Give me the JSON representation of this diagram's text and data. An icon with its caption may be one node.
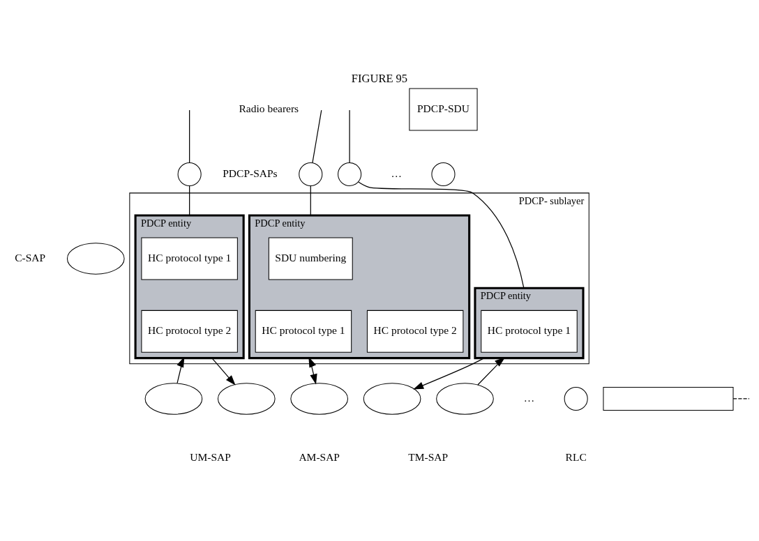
{
  "diagram": {
    "title": "FIGURE 95",
    "nodes": [
      {
        "text": [
          "PDCP-SDU"
        ]
      },
      {
        "text": [
          "PDCP- sublayer"
        ]
      },
      {
        "text": [],
        "shape": "ellipse",
        "beside": [
          "C-SAP"
        ]
      },
      {
        "text": [],
        "shape": "circle"
      },
      {
        "text": [],
        "shape": "circle"
      },
      {
        "text": [],
        "shape": "circle"
      },
      {
        "text": [],
        "shape": "circle"
      },
      {
        "text": [
          "PDCP entity"
        ],
        "in": 1
      },
      {
        "text": [
          "HC protocol type 1"
        ],
        "in": 7
      },
      {
        "text": [
          "HC protocol type 2"
        ],
        "in": 7
      },
      {
        "text": [
          "PDCP entity"
        ],
        "in": 1
      },
      {
        "text": [
          "SDU numbering"
        ],
        "in": 10
      },
      {
        "text": [
          "HC protocol type 1"
        ],
        "in": 10
      },
      {
        "text": [
          "HC protocol type 2"
        ],
        "in": 10
      },
      {
        "text": [
          "PDCP entity"
        ],
        "in": 1
      },
      {
        "text": [
          "HC protocol type 1"
        ],
        "in": 14
      },
      {
        "text": [],
        "shape": "ellipse"
      },
      {
        "text": [],
        "shape": "ellipse"
      },
      {
        "text": [],
        "shape": "ellipse"
      },
      {
        "text": [],
        "shape": "ellipse"
      },
      {
        "text": [],
        "shape": "ellipse"
      },
      {
        "text": [],
        "shape": "circle"
      },
      {
        "text": [],
        "shape": "box"
      }
    ],
    "edges": [
      {
        "from": null,
        "to": 3,
        "arrow": "none"
      },
      {
        "from": null,
        "to": 4,
        "arrow": "none"
      },
      {
        "from": null,
        "to": 5,
        "arrow": "none"
      },
      {
        "from": 3,
        "to": 7,
        "arrow": "none"
      },
      {
        "from": 4,
        "to": 10,
        "arrow": "none"
      },
      {
        "from": 5,
        "to": 14,
        "arrow": "none"
      },
      {
        "from": 16,
        "to": 7,
        "arrow": "to"
      },
      {
        "from": 7,
        "to": 17,
        "arrow": "to"
      },
      {
        "from": 10,
        "to": 18,
        "arrow": "both"
      },
      {
        "from": 14,
        "to": 19,
        "arrow": "to"
      },
      {
        "from": 20,
        "to": 14,
        "arrow": "to"
      },
      {
        "from": 22,
        "to": null,
        "arrow": "none",
        "style": "dashed"
      }
    ],
    "labels": [
      "Radio bearers",
      "PDCP-SAPs",
      "…",
      "…",
      "UM-SAP",
      "AM-SAP",
      "TM-SAP",
      "RLC"
    ]
  }
}
